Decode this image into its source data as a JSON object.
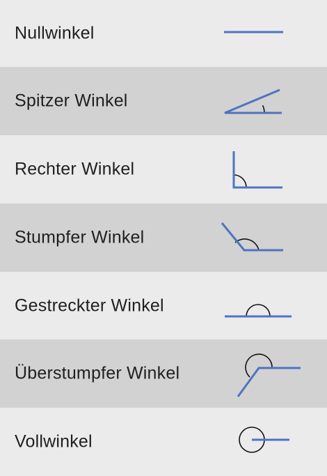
{
  "angles": [
    {
      "label": "Nullwinkel"
    },
    {
      "label": "Spitzer Winkel"
    },
    {
      "label": "Rechter Winkel"
    },
    {
      "label": "Stumpfer Winkel"
    },
    {
      "label": "Gestreckter Winkel"
    },
    {
      "label": "Überstumpfer Winkel"
    },
    {
      "label": "Vollwinkel"
    }
  ],
  "colors": {
    "line": "#4f73bf",
    "arc": "#111111",
    "row_light": "#ebebeb",
    "row_dark": "#d2d2d2"
  }
}
